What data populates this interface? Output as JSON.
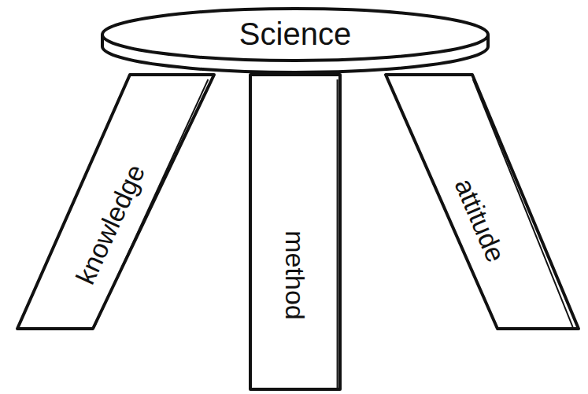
{
  "diagram": {
    "nodes": [
      {
        "text": [
          "Science"
        ]
      },
      {
        "text": [
          "knowledge"
        ]
      },
      {
        "text": [
          "method"
        ]
      },
      {
        "text": [
          "attitude"
        ]
      }
    ]
  }
}
